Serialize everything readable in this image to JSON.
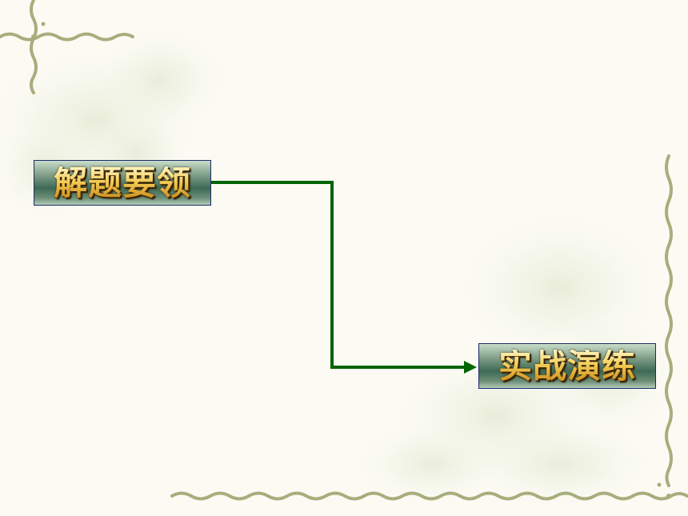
{
  "slide": {
    "box_left_label": "解题要领",
    "box_right_label": "实战演练"
  },
  "colors": {
    "connector": "#006400",
    "box_border": "#1c2a6a",
    "text_gold": "#f1c24a",
    "background": "#fbfbf4",
    "ornament": "#a8ad7c"
  },
  "icons": {
    "arrow": "arrow-right-icon",
    "decoration": "vine-border-ornament"
  }
}
